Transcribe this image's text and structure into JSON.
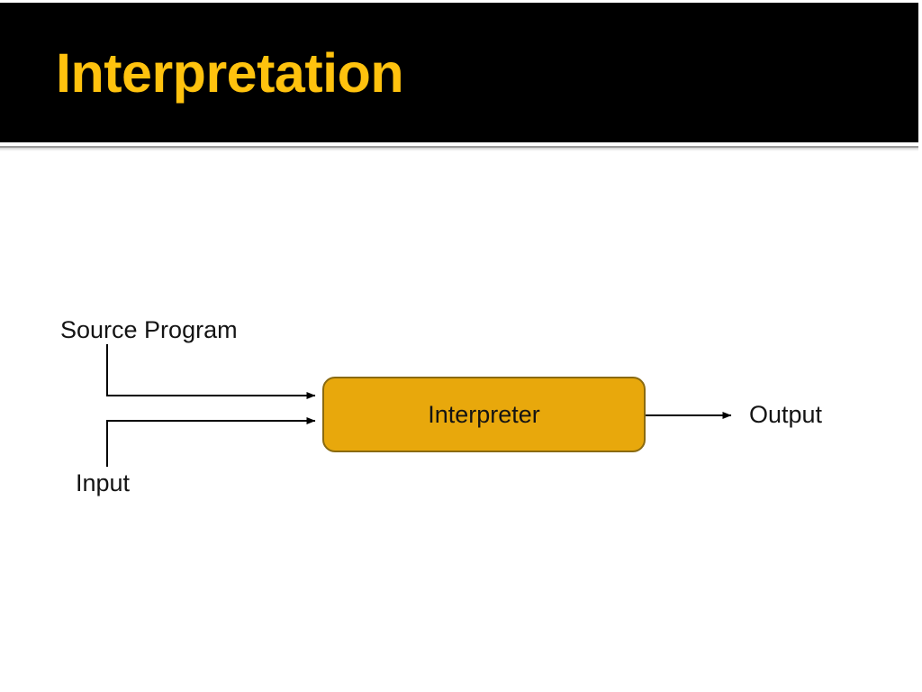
{
  "slide": {
    "title": "Interpretation",
    "title_color": "#FFC20E",
    "header_background": "#000000",
    "background": "#FFFFFF"
  },
  "diagram": {
    "type": "flow-diagram",
    "nodes": [
      {
        "id": "source-program",
        "label": "Source Program",
        "kind": "input-label"
      },
      {
        "id": "input",
        "label": "Input",
        "kind": "input-label"
      },
      {
        "id": "interpreter",
        "label": "Interpreter",
        "kind": "process-box",
        "fill": "#E8A80C",
        "border": "#8A6A10",
        "text_color": "#141414"
      },
      {
        "id": "output",
        "label": "Output",
        "kind": "output-label"
      }
    ],
    "edges": [
      {
        "from": "source-program",
        "to": "interpreter",
        "style": "elbow-arrow"
      },
      {
        "from": "input",
        "to": "interpreter",
        "style": "elbow-arrow"
      },
      {
        "from": "interpreter",
        "to": "output",
        "style": "straight-arrow"
      }
    ],
    "edge_color": "#000000"
  }
}
